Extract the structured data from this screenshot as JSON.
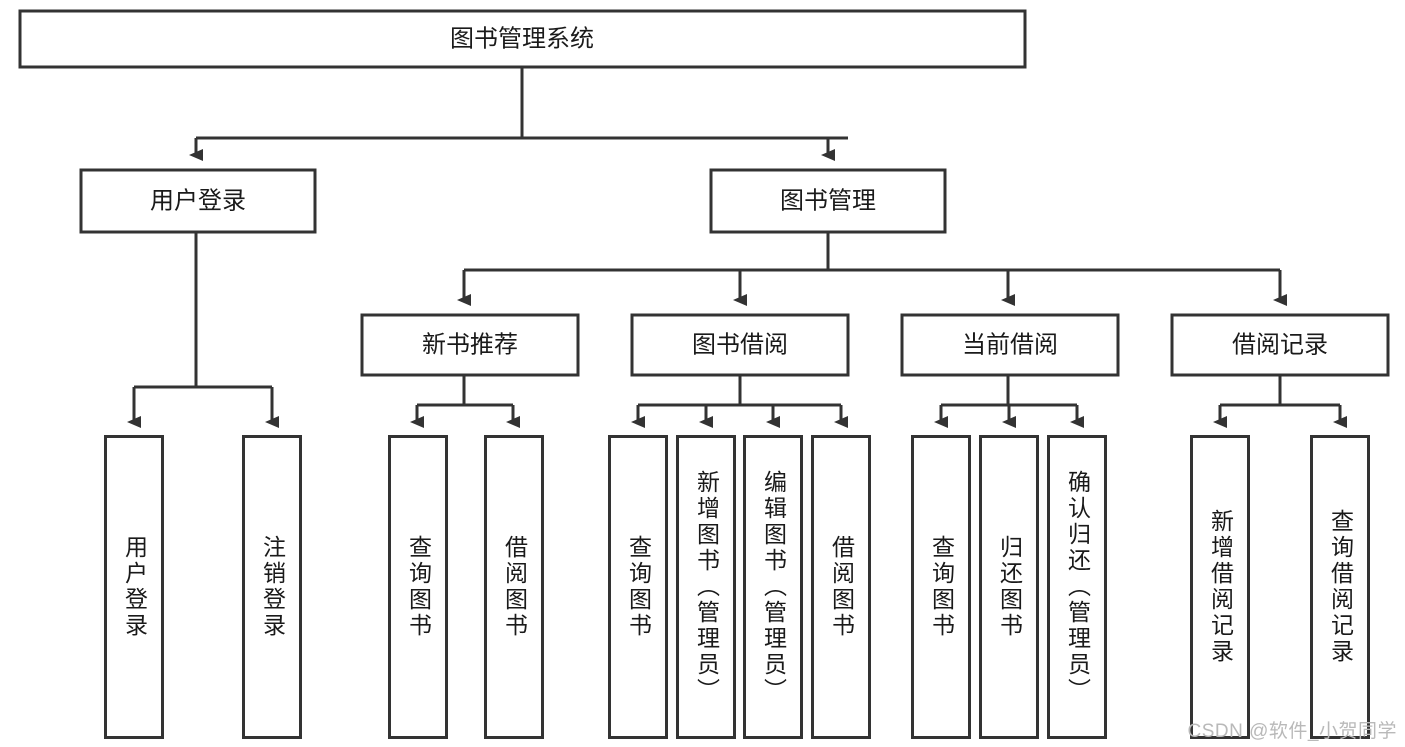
{
  "diagram": {
    "type": "tree",
    "title": "图书管理系统",
    "watermark": "CSDN @软件_小贺同学",
    "colors": {
      "stroke": "#333333",
      "fill": "#ffffff",
      "text": "#1a1a1a",
      "watermark": "#b9b9b9"
    },
    "levels": {
      "root": {
        "label": "图书管理系统"
      },
      "level2": [
        {
          "id": "user-login",
          "label": "用户登录"
        },
        {
          "id": "book-manage",
          "label": "图书管理"
        }
      ],
      "level3": [
        {
          "id": "new-book-rec",
          "label": "新书推荐",
          "parent": "book-manage"
        },
        {
          "id": "book-borrow",
          "label": "图书借阅",
          "parent": "book-manage"
        },
        {
          "id": "current-borrow",
          "label": "当前借阅",
          "parent": "book-manage"
        },
        {
          "id": "borrow-record",
          "label": "借阅记录",
          "parent": "book-manage"
        }
      ],
      "leaves": [
        {
          "id": "leaf-user-login",
          "label": "用户登录",
          "parent": "user-login"
        },
        {
          "id": "leaf-logout-login",
          "label": "注销登录",
          "parent": "user-login"
        },
        {
          "id": "leaf-query-book-1",
          "label": "查询图书",
          "parent": "new-book-rec"
        },
        {
          "id": "leaf-borrow-book-1",
          "label": "借阅图书",
          "parent": "new-book-rec"
        },
        {
          "id": "leaf-query-book-2",
          "label": "查询图书",
          "parent": "book-borrow"
        },
        {
          "id": "leaf-add-book",
          "label": "新增图书（管理员）",
          "parent": "book-borrow"
        },
        {
          "id": "leaf-edit-book",
          "label": "编辑图书（管理员）",
          "parent": "book-borrow"
        },
        {
          "id": "leaf-borrow-book-2",
          "label": "借阅图书",
          "parent": "book-borrow"
        },
        {
          "id": "leaf-query-book-3",
          "label": "查询图书",
          "parent": "current-borrow"
        },
        {
          "id": "leaf-return-book",
          "label": "归还图书",
          "parent": "current-borrow"
        },
        {
          "id": "leaf-confirm-return",
          "label": "确认归还（管理员）",
          "parent": "current-borrow"
        },
        {
          "id": "leaf-add-record",
          "label": "新增借阅记录",
          "parent": "borrow-record"
        },
        {
          "id": "leaf-query-record",
          "label": "查询借阅记录",
          "parent": "borrow-record"
        }
      ]
    }
  }
}
